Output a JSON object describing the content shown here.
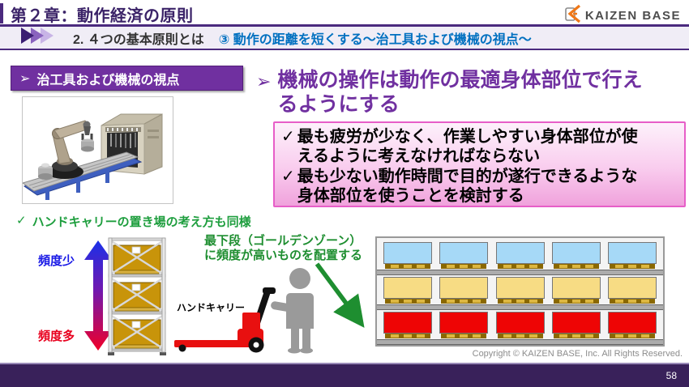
{
  "header": {
    "title": "第２章：動作経済の原則",
    "logo_text": "KAIZEN BASE"
  },
  "breadcrumb": {
    "section": "2. ４つの基本原則とは",
    "topic": "③ 動作の距離を短くする〜治工具および機械の視点〜"
  },
  "left_panel": {
    "marker": "➢",
    "title": "治工具および機械の視点"
  },
  "main_point": {
    "marker": "➢",
    "heading": "機械の操作は動作の最適身体部位で行え\nるようにする",
    "checklist": [
      {
        "marker": "✓",
        "text": "最も疲労が少なく、作業しやすい身体部位が使\nえるように考えなければならない"
      },
      {
        "marker": "✓",
        "text": "最も少ない動作時間で目的が遂行できるような\n身体部位を使うことを検討する"
      }
    ]
  },
  "hand_carry_section": {
    "marker": "✓",
    "note": "ハンドキャリーの置き場の考え方も同様",
    "freq_low_label": "頻度少",
    "freq_high_label": "頻度多",
    "hand_carry_label": "ハンドキャリー",
    "golden_zone_note": "最下段（ゴールデンゾーン）\nに頻度が高いものを配置する"
  },
  "golden_zone_rack": {
    "rows": [
      {
        "name": "top-low-frequency",
        "color": "#A6D9F7",
        "count": 5
      },
      {
        "name": "middle-frequency",
        "color": "#F7DC84",
        "count": 5
      },
      {
        "name": "bottom-high-frequency",
        "color": "#EE0505",
        "count": 5
      }
    ]
  },
  "footer": {
    "copyright": "Copyright © KAIZEN BASE, Inc. All Rights Reserved.",
    "page_number": "58"
  },
  "colors": {
    "accent_purple": "#7030A0",
    "header_purple": "#3B2368",
    "topic_blue": "#0070C0",
    "pink_border": "#E75EC8",
    "note_green": "#1E8E30",
    "freq_low_blue": "#1A1AE6",
    "freq_high_red": "#E8001E",
    "logo_orange": "#F07818"
  },
  "icons": {
    "chevrons": "triple-right-chevron",
    "freq_arrow": "vertical-double-arrow-gradient",
    "golden_arrow": "green-diagonal-arrow"
  }
}
